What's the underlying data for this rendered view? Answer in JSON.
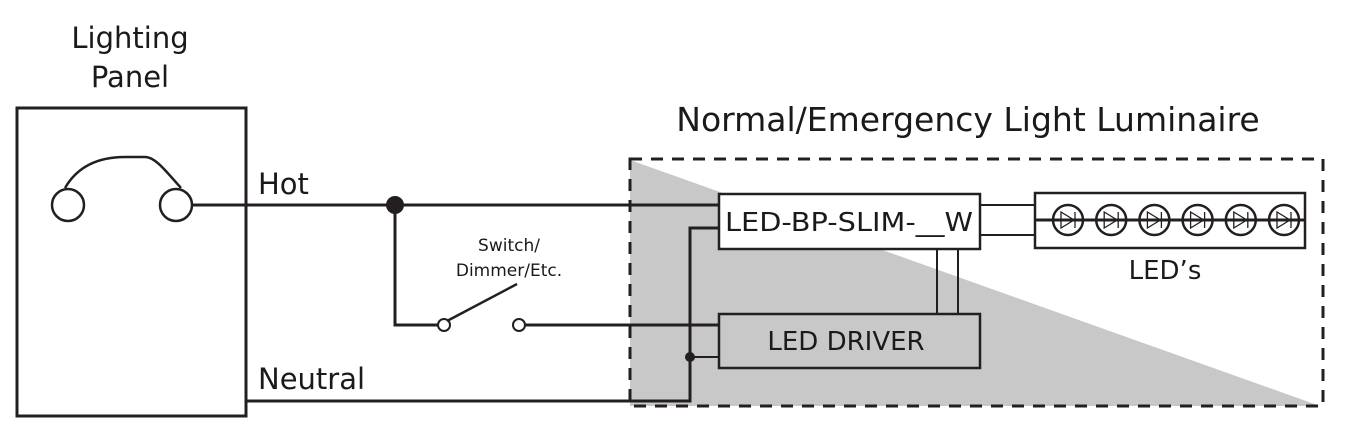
{
  "panel": {
    "title_line1": "Lighting",
    "title_line2": "Panel"
  },
  "wires": {
    "hot_label": "Hot",
    "neutral_label": "Neutral"
  },
  "switch": {
    "label_line1": "Switch/",
    "label_line2": "Dimmer/Etc."
  },
  "luminaire": {
    "title": "Normal/Emergency Light Luminaire",
    "battery_pack_label": "LED-BP-SLIM-__W",
    "driver_label": "LED DRIVER",
    "leds_label": "LED’s",
    "led_count": 6
  },
  "colors": {
    "line": "#231f20",
    "shade": "#c8c8c8",
    "background": "#ffffff"
  }
}
